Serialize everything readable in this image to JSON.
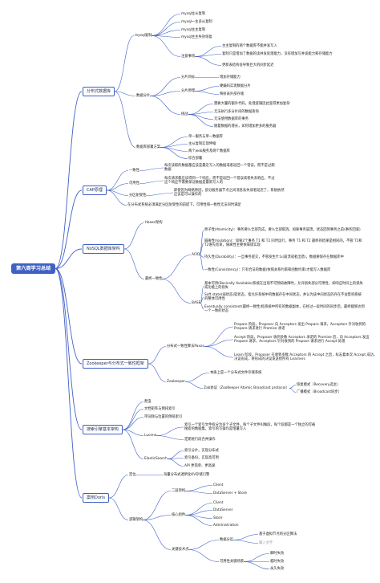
{
  "root": "第六周学习总结",
  "line_color": "#3f60c7",
  "nodes": [
    {
      "id": "root",
      "text": "第六周学习总结",
      "level": 0
    },
    {
      "id": "dist_db",
      "text": "分布式数据库",
      "level": 1,
      "parent": "root"
    },
    {
      "id": "db_repl",
      "text": "mysql复制",
      "level": 2,
      "parent": "dist_db"
    },
    {
      "id": "db_repl1",
      "text": "mysql主从复制",
      "level": 3,
      "parent": "db_repl"
    },
    {
      "id": "db_repl2",
      "text": "mysql一主多从复制",
      "level": 3,
      "parent": "db_repl"
    },
    {
      "id": "db_repl3",
      "text": "mysql主主复制",
      "level": 3,
      "parent": "db_repl"
    },
    {
      "id": "db_repl4",
      "text": "mysql主主失效恢复",
      "level": 3,
      "parent": "db_repl"
    },
    {
      "id": "db_note",
      "text": "注意事项",
      "level": 3,
      "parent": "db_repl"
    },
    {
      "id": "db_note1",
      "text": "主主复制的两个数据库不能并发写入",
      "level": 4,
      "parent": "db_note"
    },
    {
      "id": "db_note2",
      "text": "复制只是增加了数据的读并发处理能力，没有增加写并发能力和存储能力",
      "level": 4,
      "parent": "db_note"
    },
    {
      "id": "db_note3",
      "text": "更新表结构会导致巨大的同步延迟",
      "level": 4,
      "parent": "db_note"
    },
    {
      "id": "db_shard",
      "text": "数据分片",
      "level": 2,
      "parent": "dist_db"
    },
    {
      "id": "db_sh1",
      "text": "分片目标",
      "level": 3,
      "parent": "db_shard"
    },
    {
      "id": "db_sh1a",
      "text": "增加存储能力",
      "level": 4,
      "parent": "db_sh1"
    },
    {
      "id": "db_sh2",
      "text": "分片原理",
      "level": 3,
      "parent": "db_shard"
    },
    {
      "id": "db_sh2a",
      "text": "硬编码实现数据分片",
      "level": 4,
      "parent": "db_sh2"
    },
    {
      "id": "db_sh2b",
      "text": "映射表外部存储",
      "level": 4,
      "parent": "db_sh2"
    },
    {
      "id": "db_sh3",
      "text": "挑战",
      "level": 3,
      "parent": "db_shard"
    },
    {
      "id": "db_sh3a",
      "text": "需要大量的额外代码，处理逻辑因此变得更加复杂",
      "level": 4,
      "parent": "db_sh3"
    },
    {
      "id": "db_sh3b",
      "text": "无法执行多分片间的数据查询",
      "level": 4,
      "parent": "db_sh3"
    },
    {
      "id": "db_sh3c",
      "text": "无法使用数据库的事务",
      "level": 4,
      "parent": "db_sh3"
    },
    {
      "id": "db_sh3d",
      "text": "随着数据的增长，如何增加更多的服务器",
      "level": 4,
      "parent": "db_sh3"
    },
    {
      "id": "db_deploy",
      "text": "数据库部署方案",
      "level": 2,
      "parent": "dist_db"
    },
    {
      "id": "db_dep1",
      "text": "单一服务与单一数据库",
      "level": 3,
      "parent": "db_deploy"
    },
    {
      "id": "db_dep2",
      "text": "主从复制实现伸缩",
      "level": 3,
      "parent": "db_deploy"
    },
    {
      "id": "db_dep3",
      "text": "两个web服务及两个数据库",
      "level": 3,
      "parent": "db_deploy"
    },
    {
      "id": "db_dep4",
      "text": "综合部署",
      "level": 3,
      "parent": "db_deploy"
    },
    {
      "id": "cap",
      "text": "CAP原理",
      "level": 1,
      "parent": "root"
    },
    {
      "id": "cap_c",
      "text": "一致性",
      "level": 2,
      "parent": "cap"
    },
    {
      "id": "cap_c_d",
      "text": "每次读取的数据都应该是最近写入的数据或者返回一个错误，而不是过期数据",
      "level": 3,
      "parent": "cap_c"
    },
    {
      "id": "cap_a",
      "text": "可用性",
      "level": 2,
      "parent": "cap"
    },
    {
      "id": "cap_a_d",
      "text": "每次请求都应该得到一个响应，而不是返回一个错误或者失去响应，不过这个响应不需要保证数据是最新写入的",
      "level": 3,
      "parent": "cap_a"
    },
    {
      "id": "cap_p",
      "text": "分区耐受性",
      "level": 2,
      "parent": "cap"
    },
    {
      "id": "cap_p_d",
      "text": "即使因为网络原因，部分服务器节点之间消息丢失或者延迟了，系统依然应该是可以操作的",
      "level": 3,
      "parent": "cap_p"
    },
    {
      "id": "cap_note",
      "text": "在分布式系统必须满足分区耐受性的前提下，可用性和一致性无法同时满足",
      "level": 2,
      "parent": "cap"
    },
    {
      "id": "nosql",
      "text": "NoSQL数据库架构",
      "level": 1,
      "parent": "root"
    },
    {
      "id": "nosql_hb",
      "text": "hbase架构",
      "level": 2,
      "parent": "nosql"
    },
    {
      "id": "nosql_fc",
      "text": "最终一致性",
      "level": 2,
      "parent": "nosql"
    },
    {
      "id": "acid",
      "text": "ACID",
      "level": 3,
      "parent": "nosql_fc"
    },
    {
      "id": "acid_a",
      "text": "原子性(Atomicity)：事务要么全部完成，要么全部取消。如果事务崩溃，状态回到事务之前(事务回滚)",
      "level": 4,
      "parent": "acid"
    },
    {
      "id": "acid_i",
      "text": "隔离性(Isolation)：如果2个事务 T1 和 T2 同时运行，事务 T1 和 T2 最终的结果是相同的，不管 T1和T2谁先结束，隔离性主要依靠锁实现",
      "level": 4,
      "parent": "acid"
    },
    {
      "id": "acid_d",
      "text": "持久性(Durability)：一旦事务提交，不管发生什么(崩溃或者出错)，数据要保存在数据库中",
      "level": 4,
      "parent": "acid"
    },
    {
      "id": "acid_c",
      "text": "一致性(Consistency)：只有合法的数据(依照关系约束和函数约束)才能写入数据库",
      "level": 4,
      "parent": "acid"
    },
    {
      "id": "base",
      "text": "BASE",
      "level": 3,
      "parent": "nosql_fc"
    },
    {
      "id": "base_ba",
      "text": "基本可用(Basically Available)系统在出现不可预知故障时，允许损失部分可用性，如响应时间上的损失或功能上的损失",
      "level": 4,
      "parent": "base"
    },
    {
      "id": "base_ss",
      "text": "Soft state(弱状态)软状态，指允许系统中的数据存在中间状态，并认为该中间状态的存在不会影响系统的整体可用性",
      "level": 4,
      "parent": "base"
    },
    {
      "id": "base_ec",
      "text": "Eventually consistent(最终一致性)指系统中所有的数据副本，在经过一段时间的同步后，最终能够达到一个一致的状态",
      "level": 4,
      "parent": "base"
    },
    {
      "id": "zk",
      "text": "Zookeeper与分布式一致性框架",
      "level": 1,
      "parent": "root"
    },
    {
      "id": "paxos",
      "text": "分布式一致性算法Paxos",
      "level": 2,
      "parent": "zk"
    },
    {
      "id": "paxos1",
      "text": "Prepare 阶段。Proposer 向 Acceptors 发出 Prepare 请求，Acceptors 针对收到的 Prepare 请求进行 Promise 承诺",
      "level": 3,
      "parent": "paxos"
    },
    {
      "id": "paxos2",
      "text": "Accept 阶段。Proposer 收到多数 Acceptors 承诺的 Promise 后，向 Acceptors 发出 Propose 请求，Acceptors 针对收到的 Propose 请求进行 Accept 处理",
      "level": 3,
      "parent": "paxos"
    },
    {
      "id": "paxos3",
      "text": "Learn 阶段。Proposer 在收到多数 Acceptors 的 Accept 之后，标志着本次 Accept 成功，决议形成，将形成的决议发送给所有 Learners",
      "level": 3,
      "parent": "paxos"
    },
    {
      "id": "zookeeper",
      "text": "Zookeeper",
      "level": 2,
      "parent": "zk"
    },
    {
      "id": "zk_a",
      "text": "本质上是一个分布式文件存储系统",
      "level": 3,
      "parent": "zookeeper"
    },
    {
      "id": "zab",
      "text": "Zab协议（ZooKeeper Atomic Broadcast protocol）",
      "level": 3,
      "parent": "zookeeper"
    },
    {
      "id": "zab1",
      "text": "恢复模式（Recovery选主）",
      "level": 4,
      "parent": "zab"
    },
    {
      "id": "zab2",
      "text": "广播模式（Broadcast同步）",
      "level": 4,
      "parent": "zab"
    },
    {
      "id": "search",
      "text": "搜索引擎基本架构",
      "level": 1,
      "parent": "root"
    },
    {
      "id": "se1",
      "text": "爬虫",
      "level": 2,
      "parent": "search"
    },
    {
      "id": "se2",
      "text": "文档矩阵与倒排索引",
      "level": 2,
      "parent": "search"
    },
    {
      "id": "se3",
      "text": "带词频与位置的倒排索引",
      "level": 2,
      "parent": "search"
    },
    {
      "id": "lucene",
      "text": "Lucene",
      "level": 2,
      "parent": "search"
    },
    {
      "id": "lu1",
      "text": "索引一个索引文件拆分为多个子文件，每个子文件叫做段，每个段都是一个独立的可被搜索的数据集，索引的写操作是增量写入",
      "level": 3,
      "parent": "lucene"
    },
    {
      "id": "lu2",
      "text": "定期进行段合并操作",
      "level": 3,
      "parent": "lucene"
    },
    {
      "id": "es",
      "text": "ElasticSearch",
      "level": 2,
      "parent": "search"
    },
    {
      "id": "es1",
      "text": "索引分片，实现分布式",
      "level": 3,
      "parent": "es"
    },
    {
      "id": "es2",
      "text": "索引备份，实现高可用",
      "level": 3,
      "parent": "es"
    },
    {
      "id": "es3",
      "text": "API 更简单、更高级",
      "level": 3,
      "parent": "es"
    },
    {
      "id": "doris",
      "text": "案例Doris",
      "level": 1,
      "parent": "root"
    },
    {
      "id": "dr_pos",
      "text": "定位",
      "level": 2,
      "parent": "doris"
    },
    {
      "id": "dr_pos1",
      "text": "海量分布式透明化KV存储引擎",
      "level": 3,
      "parent": "dr_pos"
    },
    {
      "id": "dr_arch",
      "text": "逻辑架构",
      "level": 2,
      "parent": "doris"
    },
    {
      "id": "dr_2",
      "text": "二层架构",
      "level": 3,
      "parent": "dr_arch"
    },
    {
      "id": "dr_2a",
      "text": "Client",
      "level": 4,
      "parent": "dr_2"
    },
    {
      "id": "dr_2b",
      "text": "DataServer + Store",
      "level": 4,
      "parent": "dr_2"
    },
    {
      "id": "dr_core",
      "text": "核心组件",
      "level": 3,
      "parent": "dr_arch"
    },
    {
      "id": "dr_core1",
      "text": "Client",
      "level": 4,
      "parent": "dr_core"
    },
    {
      "id": "dr_core2",
      "text": "DataServer",
      "level": 4,
      "parent": "dr_core"
    },
    {
      "id": "dr_core3",
      "text": "Store",
      "level": 4,
      "parent": "dr_core"
    },
    {
      "id": "dr_core4",
      "text": "Administration",
      "level": 4,
      "parent": "dr_core"
    },
    {
      "id": "dr_key",
      "text": "关键技术点",
      "level": 3,
      "parent": "dr_arch"
    },
    {
      "id": "dr_k1",
      "text": "数据分区",
      "level": 4,
      "parent": "dr_key"
    },
    {
      "id": "dr_k1a",
      "text": "基于虚拟节点的分区算法",
      "level": 5,
      "parent": "dr_k1"
    },
    {
      "id": "dr_k1b",
      "text": "输入文字",
      "level": 5,
      "parent": "dr_k1",
      "placeholder": true
    },
    {
      "id": "dr_k2",
      "text": "可用性关键场景",
      "level": 4,
      "parent": "dr_key"
    },
    {
      "id": "dr_k2a",
      "text": "瞬时失效",
      "level": 5,
      "parent": "dr_k2"
    },
    {
      "id": "dr_k2b",
      "text": "临时失效",
      "level": 5,
      "parent": "dr_k2"
    },
    {
      "id": "dr_k2c",
      "text": "永久失效",
      "level": 5,
      "parent": "dr_k2"
    }
  ]
}
